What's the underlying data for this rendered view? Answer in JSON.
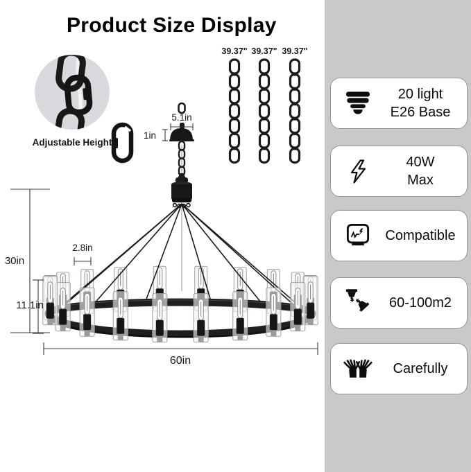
{
  "title": "Product Size Display",
  "inset": {
    "caption": "Adjustable Height"
  },
  "chains": {
    "length_label": "39.37\""
  },
  "dimensions": {
    "canopy_width": "5.1in",
    "canopy_height": "1in",
    "shade_width": "2.8in",
    "fixture_height": "30in",
    "shade_height": "11.1in",
    "diameter": "60in"
  },
  "features": [
    {
      "icon": "bulb-base-icon",
      "line1": "20 light",
      "line2": "E26 Base"
    },
    {
      "icon": "lightning-icon",
      "line1": "40W",
      "line2": "Max"
    },
    {
      "icon": "dimmer-icon",
      "line1": "Compatible",
      "line2": ""
    },
    {
      "icon": "area-icon",
      "line1": "60-100m2",
      "line2": ""
    },
    {
      "icon": "hands-icon",
      "line1": "Carefully",
      "line2": ""
    }
  ],
  "colors": {
    "panel_bg": "#c9c9c9",
    "card_bg": "#ffffff",
    "card_border": "#979797",
    "metal": "#1a1a1a",
    "glass_stroke": "#9aa0a6",
    "inset_bg": "#d9dadd"
  }
}
